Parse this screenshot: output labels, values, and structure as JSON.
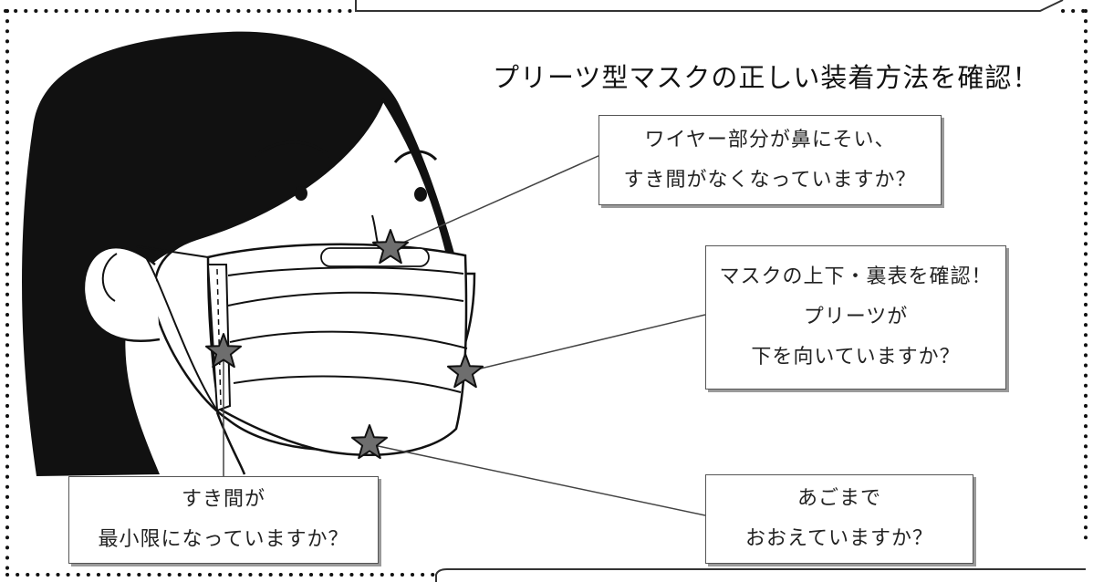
{
  "title": "プリーツ型マスクの正しい装着方法を確認！",
  "callouts": {
    "nose": {
      "lines": [
        "ワイヤー部分が鼻にそい、",
        "すき間がなくなっていますか？"
      ]
    },
    "pleats": {
      "lines": [
        "マスクの上下・裏表を確認！",
        "プリーツが",
        "下を向いていますか？"
      ]
    },
    "gap": {
      "lines": [
        "すき間が",
        "最小限になっていますか？"
      ]
    },
    "chin": {
      "lines": [
        "あごまで",
        "おおえていますか？"
      ]
    }
  },
  "colors": {
    "line": "#111111",
    "star": "#6e6e6e",
    "border_dots": "#111111"
  }
}
